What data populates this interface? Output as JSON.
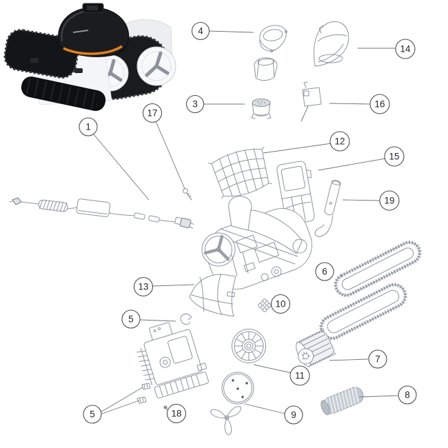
{
  "diagram": {
    "kind": "exploded-parts-diagram",
    "background": "#ffffff",
    "colors": {
      "wireframe": "#8d939c",
      "leader_line": "#6f747b",
      "callout_stroke": "#4a4d52",
      "accent_orange": "#e2801f",
      "robot_body_black": "#1b1c1f",
      "robot_shell_white": "#f4f5f7"
    }
  },
  "callouts": [
    {
      "label": "4",
      "part": "top-cover-cap"
    },
    {
      "label": "14",
      "part": "outlet-hood-cover"
    },
    {
      "label": "3",
      "part": "collar-grommet"
    },
    {
      "label": "16",
      "part": "board-with-pin"
    },
    {
      "label": "17",
      "part": "small-screw"
    },
    {
      "label": "1",
      "part": "power-cable-assembly"
    },
    {
      "label": "12",
      "part": "filter-screen-panel"
    },
    {
      "label": "15",
      "part": "filter-basket"
    },
    {
      "label": "19",
      "part": "handle-hook"
    },
    {
      "label": "6",
      "part": "track-belts"
    },
    {
      "label": "13",
      "part": "side-panel"
    },
    {
      "label": "10",
      "part": "gear-nut"
    },
    {
      "label": "5",
      "part": "clip"
    },
    {
      "label": "7",
      "part": "brush-roller-drum"
    },
    {
      "label": "11",
      "part": "wheel-hub"
    },
    {
      "label": "8",
      "part": "brush-roller"
    },
    {
      "label": "9",
      "part": "bottom-plate-and-propeller"
    },
    {
      "label": "5",
      "part": "clips"
    },
    {
      "label": "18",
      "part": "screw"
    }
  ]
}
